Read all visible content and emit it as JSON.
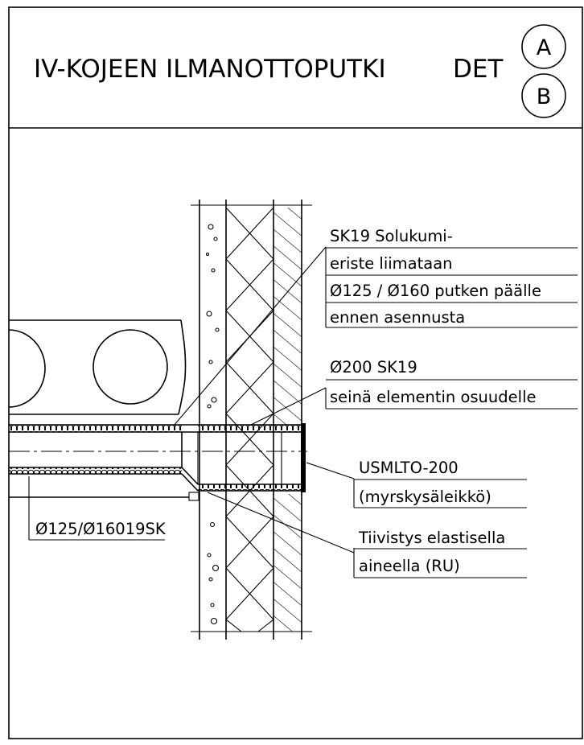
{
  "title": {
    "main": "IV-KOJEEN ILMANOTTOPUTKI",
    "det": "DET",
    "circle_a": "A",
    "circle_b": "B"
  },
  "callouts": {
    "sk19_insulation": [
      "SK19 Solukumi-",
      "eriste liimataan",
      "Ø125 / Ø160 putken päälle",
      "ennen asennusta"
    ],
    "o200_sk19": [
      "Ø200 SK19",
      "seinä elementin osuudelle"
    ],
    "usmlto": [
      "USMLTO-200",
      "(myrskysäleikkö)"
    ],
    "sealing": [
      "Tiivistys elastisella",
      "aineella (RU)"
    ],
    "pipe_insulation": [
      "Ø125/Ø16019SK"
    ]
  }
}
